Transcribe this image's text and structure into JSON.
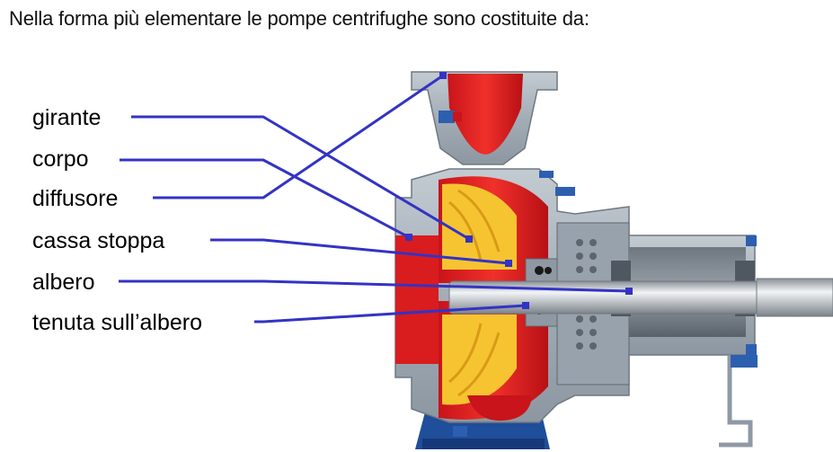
{
  "heading": "Nella forma più elementare le pompe centrifughe sono costituite da:",
  "labels": [
    {
      "key": "girante",
      "text": "girante"
    },
    {
      "key": "corpo",
      "text": "corpo"
    },
    {
      "key": "diffusore",
      "text": "diffusore"
    },
    {
      "key": "cassa_stoppa",
      "text": "cassa stoppa"
    },
    {
      "key": "albero",
      "text": "albero"
    },
    {
      "key": "tenuta",
      "text": "tenuta sull’albero"
    }
  ],
  "colors": {
    "leader_line": "#3333c4",
    "casing": "#a9b2bb",
    "impeller_red": "#e8231f",
    "impeller_yellow": "#f6c431",
    "shaft": "#c9ced3",
    "base": "#1f4e9a"
  }
}
